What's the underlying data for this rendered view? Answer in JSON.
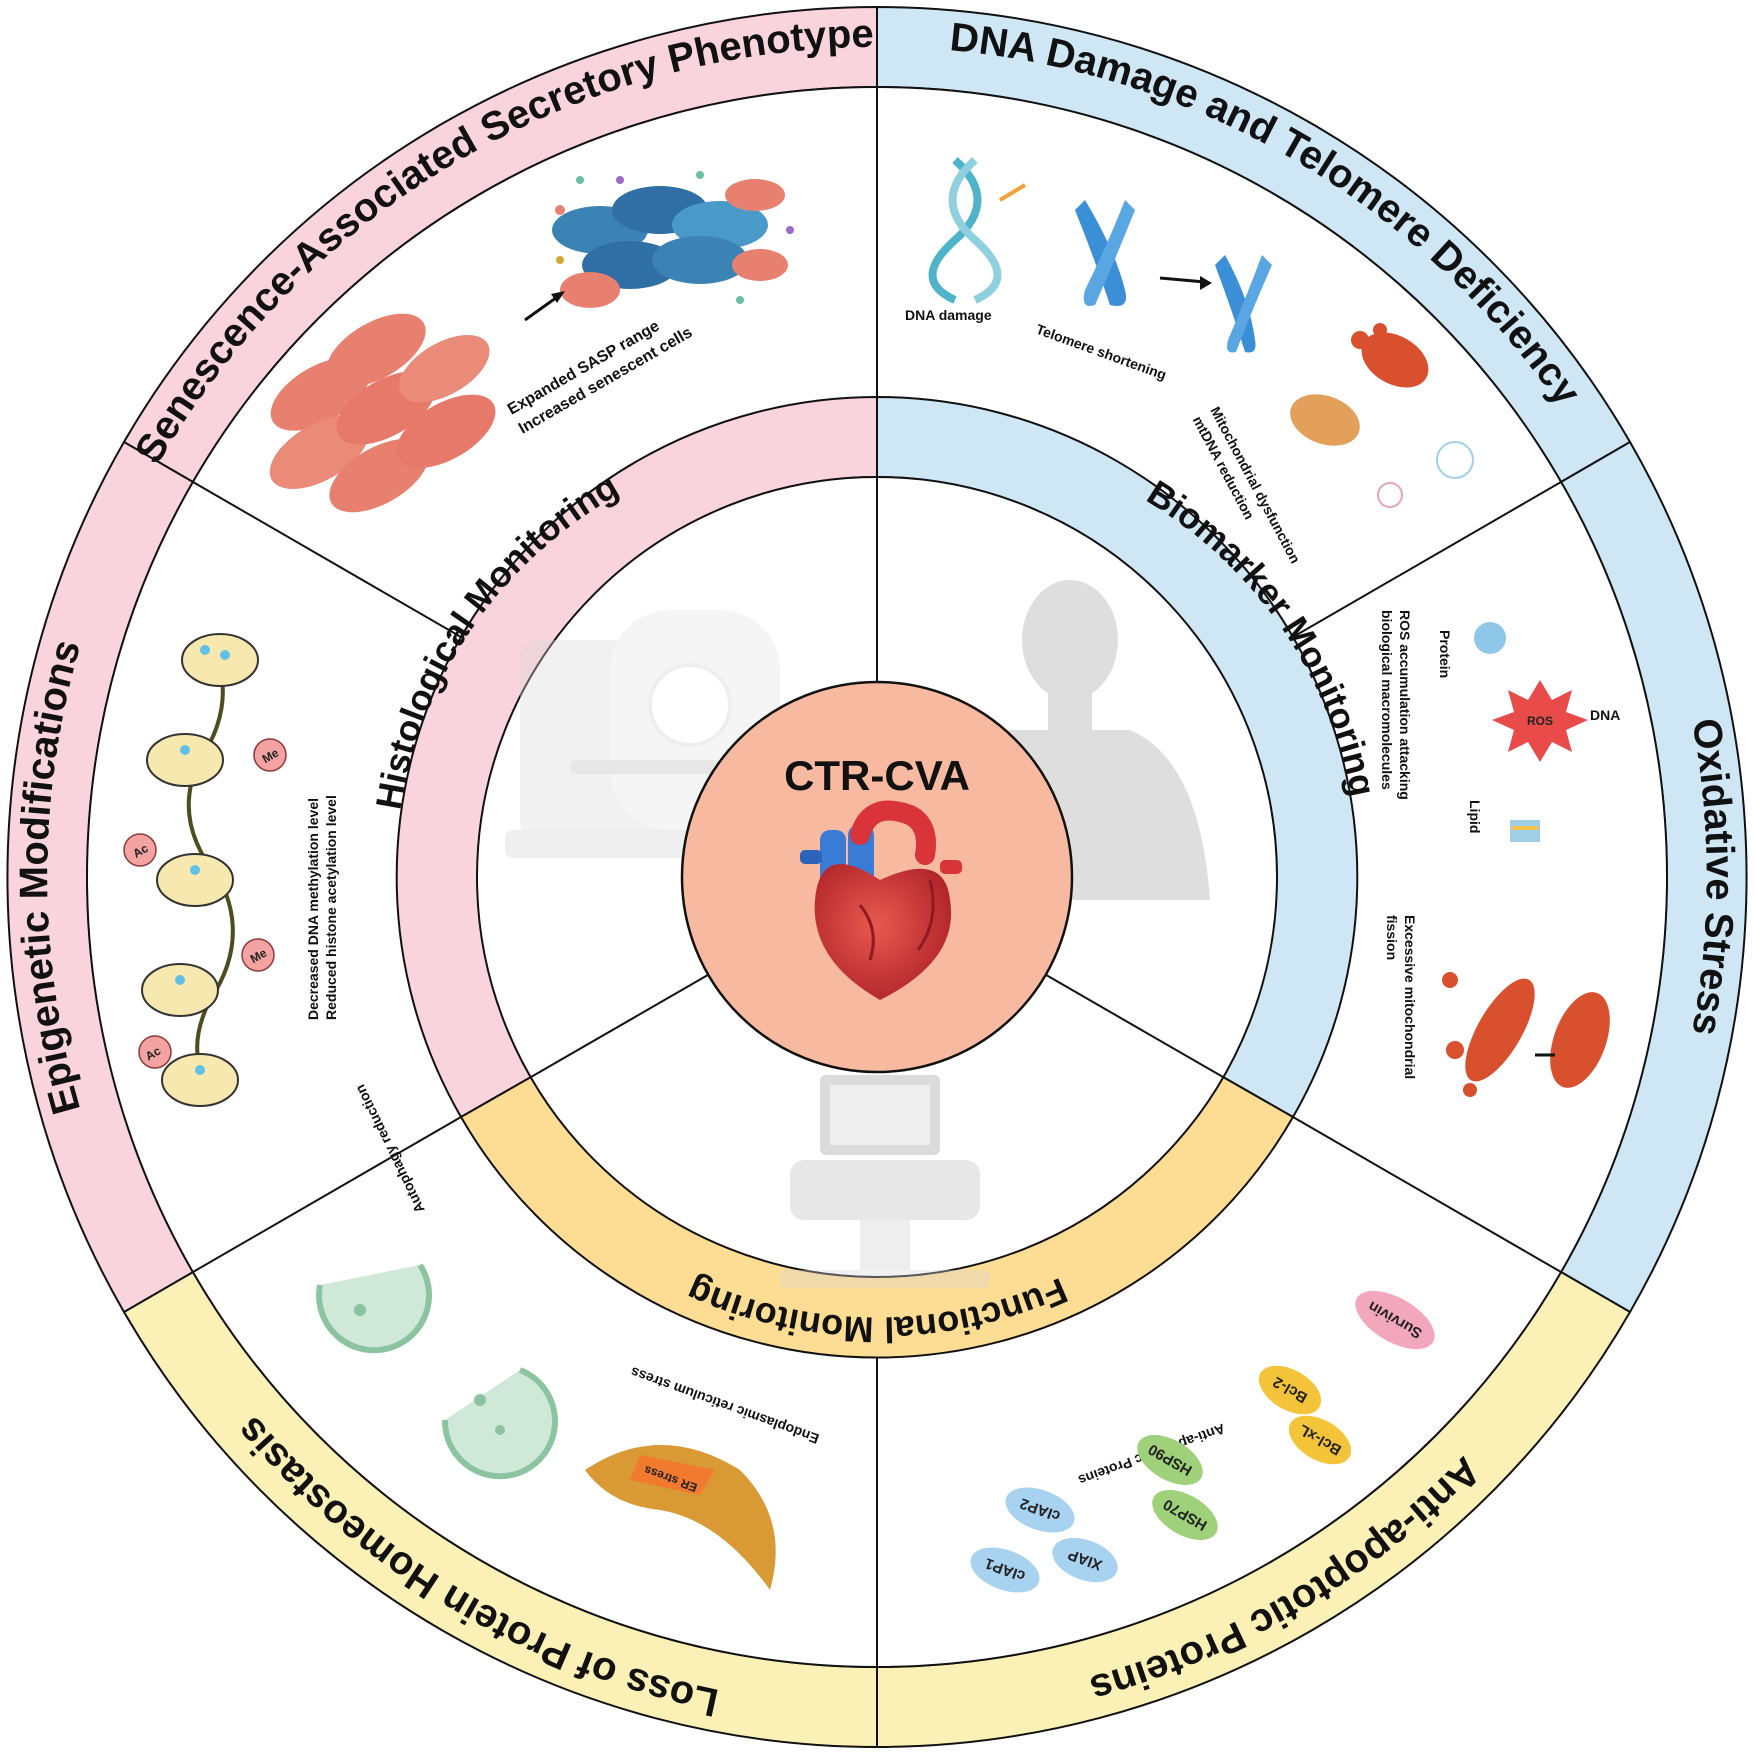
{
  "center": {
    "title": "CTR-CVA"
  },
  "outer_ring": [
    {
      "label": "Senescence-Associated Secretory Phenotype",
      "color": "#f9d4dc"
    },
    {
      "label": "DNA Damage and Telomere Deficiency",
      "color": "#cfe6f5"
    },
    {
      "label": "Oxidative Stress",
      "color": "#cfe6f5"
    },
    {
      "label": "Anti-apoptotic Proteins",
      "color": "#fbf1b7"
    },
    {
      "label": "Loss of Protein Homeostasis",
      "color": "#fbf1b7"
    },
    {
      "label": "Epigenetic Modifications",
      "color": "#f9d4dc"
    }
  ],
  "inner_ring": [
    {
      "label": "Histological Monitoring",
      "color": "#f9d4dc"
    },
    {
      "label": "Biomarker Monitoring",
      "color": "#cfe6f5"
    },
    {
      "label": "Functional Monitoring",
      "color": "#fddc94"
    }
  ],
  "sasp": {
    "line1": "Expanded SASP range",
    "line2": "Increased senescent cells"
  },
  "dna": {
    "dna_damage": "DNA damage",
    "telomere": "Telomere shortening",
    "mito1": "Mitochondrial dysfunction",
    "mito2": "mtDNA reduction"
  },
  "oxidative": {
    "ros": "ROS",
    "protein": "Protein",
    "dna": "DNA",
    "lipid": "Lipid",
    "attack1": "ROS accumulation attacking",
    "attack2": "biological macromolecules",
    "fission1": "Excessive mitochondrial",
    "fission2": "fission"
  },
  "anti_apoptotic": {
    "caption": "Anti-apoptotic Proteins",
    "proteins": [
      "Survivin",
      "Bcl-2",
      "Bcl-xL",
      "HSP90",
      "HSP70",
      "cIAP2",
      "XIAP",
      "cIAP1"
    ]
  },
  "proteostasis": {
    "autophagy": "Autophagy reduction",
    "er": "Endoplasmic reticulum stress",
    "er_tag": "ER stress"
  },
  "epigenetic": {
    "line1": "Decreased DNA methylation level",
    "line2": "Reduced histone acetylation level",
    "me": "Me",
    "ac": "Ac"
  },
  "icons": [
    "heart-icon",
    "ct-scanner-icon",
    "human-silhouette-icon",
    "ultrasound-machine-icon"
  ]
}
